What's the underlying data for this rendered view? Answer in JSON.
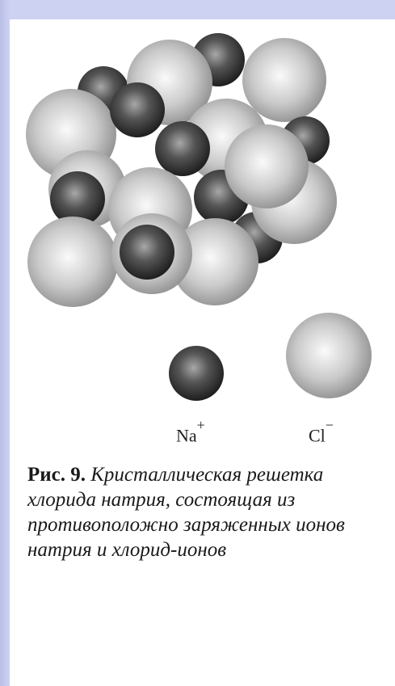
{
  "legend": {
    "na_symbol": "Na",
    "na_charge": "+",
    "cl_symbol": "Cl",
    "cl_charge": "−"
  },
  "caption": {
    "figure_label": "Рис. 9.",
    "text": "Кристаллическая решетка хлорида натрия, состоящая из противоположно заряженных ионов натрия и хлорид-ионов"
  },
  "colors": {
    "background_side": "#c4c9ee",
    "page": "#ffffff",
    "na_ion": "#3a3a3a",
    "cl_ion": "#cfcfcf"
  }
}
